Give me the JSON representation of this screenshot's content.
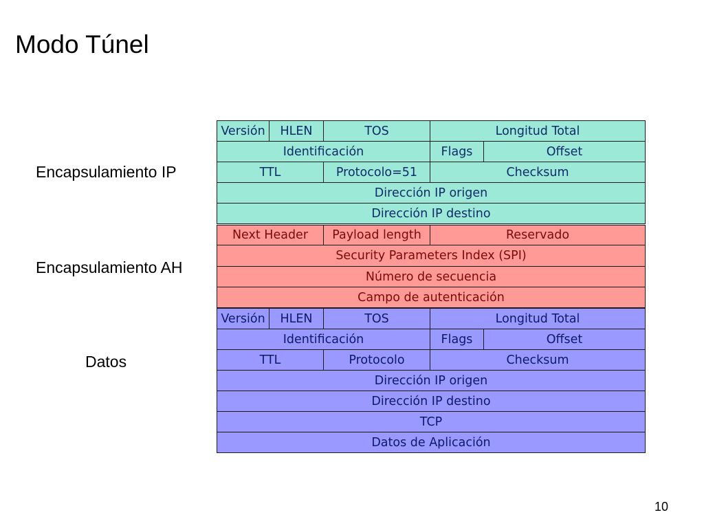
{
  "slide": {
    "title": "Modo Túnel",
    "page_number": "10"
  },
  "labels": {
    "ip": "Encapsulamiento IP",
    "ah": "Encapsulamiento AH",
    "datos": "Datos"
  },
  "colors": {
    "ip_fill": "#9de9d7",
    "ah_fill": "#ff9a96",
    "datos_fill": "#9999ff"
  },
  "ip_header": {
    "version": "Versión",
    "hlen": "HLEN",
    "tos": "TOS",
    "longitud_total": "Longitud Total",
    "identificacion": "Identificación",
    "flags": "Flags",
    "offset": "Offset",
    "ttl": "TTL",
    "protocolo": "Protocolo=51",
    "checksum": "Checksum",
    "dir_origen": "Dirección IP origen",
    "dir_destino": "Dirección IP destino"
  },
  "ah_header": {
    "next_header": "Next Header",
    "payload_length": "Payload length",
    "reservado": "Reservado",
    "spi": "Security Parameters Index (SPI)",
    "numero_secuencia": "Número de secuencia",
    "campo_autenticacion": "Campo de autenticación"
  },
  "datos": {
    "version": "Versión",
    "hlen": "HLEN",
    "tos": "TOS",
    "longitud_total": "Longitud Total",
    "identificacion": "Identificación",
    "flags": "Flags",
    "offset": "Offset",
    "ttl": "TTL",
    "protocolo": "Protocolo",
    "checksum": "Checksum",
    "dir_origen": "Dirección IP origen",
    "dir_destino": "Dirección IP destino",
    "tcp": "TCP",
    "datos_aplicacion": "Datos de Aplicación"
  }
}
